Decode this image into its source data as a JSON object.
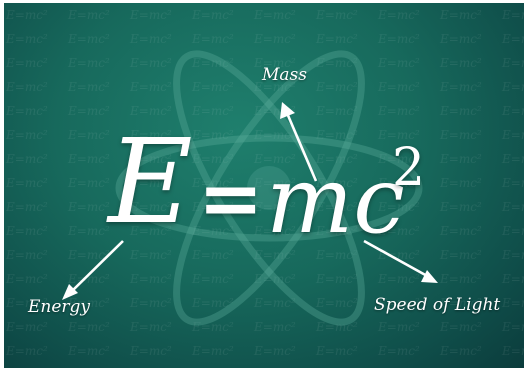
{
  "formula": {
    "energy_symbol": "E",
    "equals_symbol": "=",
    "mass_light_symbols": "mc",
    "exponent": "2"
  },
  "labels": {
    "mass": "Mass",
    "energy": "Energy",
    "speed_of_light": "Speed of Light"
  },
  "watermark": {
    "text": "E=mc²"
  },
  "colors": {
    "board": "#17695c",
    "board_dark": "#0b3c3c",
    "text": "#ffffff",
    "atom_lines": "#4f9f90"
  }
}
